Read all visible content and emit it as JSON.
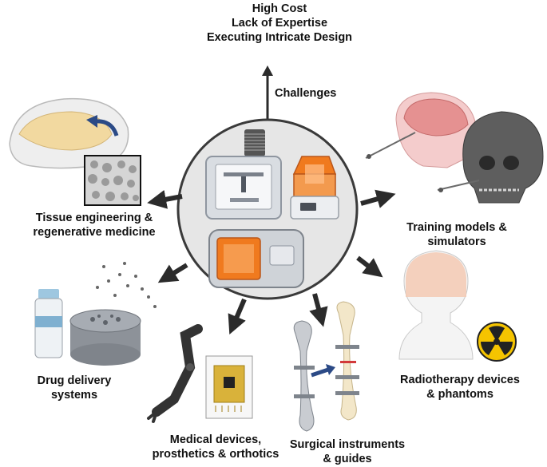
{
  "challenges": {
    "lines": [
      "High Cost",
      "Lack of Expertise",
      "Executing Intricate Design"
    ],
    "label": "Challenges"
  },
  "applications": [
    {
      "id": "tissue",
      "lines": [
        "Tissue engineering &",
        "regenerative medicine"
      ]
    },
    {
      "id": "training",
      "lines": [
        "Training models &",
        "simulators"
      ]
    },
    {
      "id": "drug",
      "lines": [
        "Drug delivery",
        "systems"
      ]
    },
    {
      "id": "radiotherapy",
      "lines": [
        "Radiotherapy devices",
        "& phantoms"
      ]
    },
    {
      "id": "medical",
      "lines": [
        "Medical devices,",
        "prosthetics & orthotics"
      ]
    },
    {
      "id": "surgical",
      "lines": [
        "Surgical instruments",
        "& guides"
      ]
    }
  ],
  "colors": {
    "circle_fill": "#e6e6e6",
    "circle_stroke": "#3a3a3a",
    "arrow": "#2b2b2b",
    "printer_orange": "#f07a1e",
    "radiation_yellow": "#f5c400",
    "bone": "#f3e7c9",
    "curve_arrow": "#2b4a86"
  }
}
